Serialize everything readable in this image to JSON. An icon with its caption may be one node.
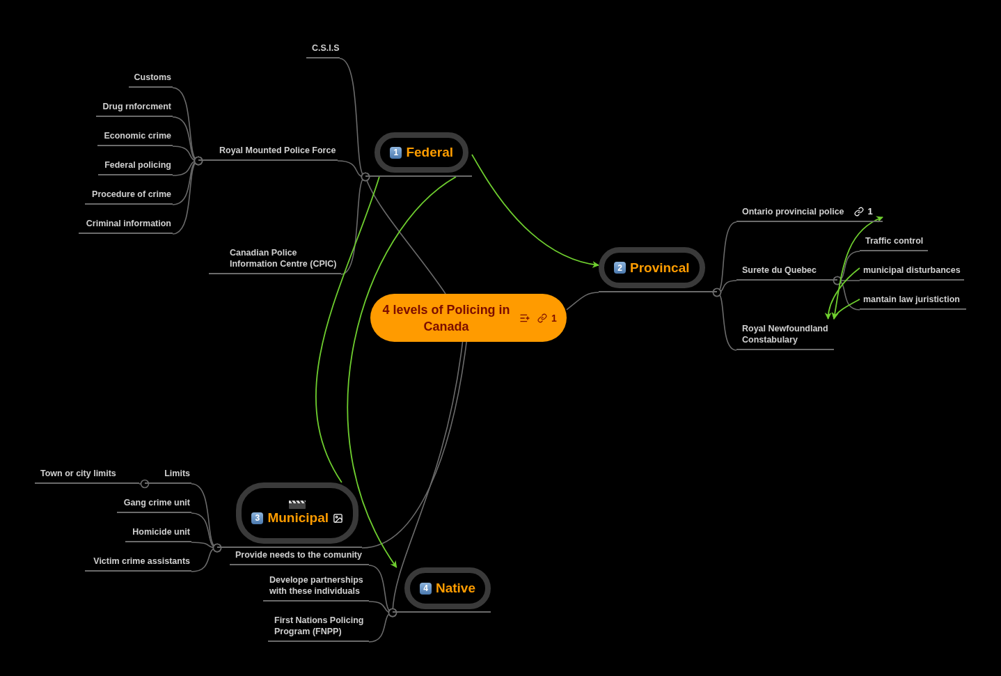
{
  "diagram": {
    "nodes": [
      {
        "text": [
          "4 levels of Policing in Canada",
          "1"
        ]
      },
      {
        "text": [
          "1",
          "Federal"
        ]
      },
      {
        "text": [
          "2",
          "Provincal"
        ]
      },
      {
        "text": [
          "3",
          "Municipal"
        ]
      },
      {
        "text": [
          "4",
          "Native"
        ]
      },
      {
        "text": [
          "C.S.I.S"
        ]
      },
      {
        "text": [
          "Royal Mounted Police Force"
        ]
      },
      {
        "text": [
          "Canadian Police Information Centre (CPIC)"
        ]
      },
      {
        "text": [
          "Customs"
        ]
      },
      {
        "text": [
          "Drug rnforcment"
        ]
      },
      {
        "text": [
          "Economic crime"
        ]
      },
      {
        "text": [
          "Federal policing"
        ]
      },
      {
        "text": [
          "Procedure of crime"
        ]
      },
      {
        "text": [
          "Criminal information"
        ]
      },
      {
        "text": [
          "Ontario provincial police",
          "1"
        ]
      },
      {
        "text": [
          "Surete du Quebec"
        ]
      },
      {
        "text": [
          "Royal Newfoundland Constabulary"
        ]
      },
      {
        "text": [
          "Traffic control"
        ]
      },
      {
        "text": [
          "municipal disturbances"
        ]
      },
      {
        "text": [
          "mantain law juristiction"
        ]
      },
      {
        "text": [
          "Limits"
        ]
      },
      {
        "text": [
          "Town or city limits"
        ]
      },
      {
        "text": [
          "Gang crime unit"
        ]
      },
      {
        "text": [
          "Homicide unit"
        ]
      },
      {
        "text": [
          "Victim crime assistants"
        ]
      },
      {
        "text": [
          "Provide needs to the comunity"
        ]
      },
      {
        "text": [
          "Develope partnerships with these individuals"
        ]
      },
      {
        "text": [
          "First Nations Policing Program (FNPP)"
        ]
      }
    ],
    "edges": [
      {
        "from": 0,
        "to": 1,
        "arrow": "other"
      },
      {
        "from": 0,
        "to": 2,
        "arrow": "none"
      },
      {
        "from": 0,
        "to": 3,
        "arrow": "none"
      },
      {
        "from": 0,
        "to": 4,
        "arrow": "other"
      },
      {
        "from": 1,
        "to": 5,
        "arrow": "other"
      },
      {
        "from": 1,
        "to": 6,
        "arrow": "other"
      },
      {
        "from": 1,
        "to": 7,
        "arrow": "other"
      },
      {
        "from": 6,
        "to": 8,
        "arrow": "other"
      },
      {
        "from": 6,
        "to": 9,
        "arrow": "other"
      },
      {
        "from": 6,
        "to": 10,
        "arrow": "other"
      },
      {
        "from": 6,
        "to": 11,
        "arrow": "other"
      },
      {
        "from": 6,
        "to": 12,
        "arrow": "other"
      },
      {
        "from": 6,
        "to": 13,
        "arrow": "other"
      },
      {
        "from": 2,
        "to": 14,
        "arrow": "other"
      },
      {
        "from": 2,
        "to": 15,
        "arrow": "other"
      },
      {
        "from": 2,
        "to": 16,
        "arrow": "other"
      },
      {
        "from": 15,
        "to": 17,
        "arrow": "other"
      },
      {
        "from": 15,
        "to": 18,
        "arrow": "other"
      },
      {
        "from": 15,
        "to": 19,
        "arrow": "other"
      },
      {
        "from": 3,
        "to": 20,
        "arrow": "other"
      },
      {
        "from": 20,
        "to": 21,
        "arrow": "other"
      },
      {
        "from": 3,
        "to": 22,
        "arrow": "other"
      },
      {
        "from": 3,
        "to": 23,
        "arrow": "other"
      },
      {
        "from": 3,
        "to": 24,
        "arrow": "other"
      },
      {
        "from": 4,
        "to": 25,
        "arrow": "other"
      },
      {
        "from": 4,
        "to": 26,
        "arrow": "other"
      },
      {
        "from": 4,
        "to": 27,
        "arrow": "other"
      },
      {
        "from": 1,
        "to": 2,
        "arrow": "to",
        "color": "#6fcf2f"
      },
      {
        "from": 1,
        "to": 4,
        "arrow": "to",
        "color": "#6fcf2f"
      },
      {
        "from": 1,
        "to": 3,
        "arrow": "none",
        "color": "#6fcf2f"
      },
      {
        "from": 14,
        "to": 16,
        "arrow": "both",
        "color": "#6fcf2f"
      },
      {
        "from": 18,
        "to": 16,
        "arrow": "to",
        "color": "#6fcf2f"
      },
      {
        "from": 19,
        "to": 16,
        "arrow": "to",
        "color": "#6fcf2f"
      }
    ]
  }
}
